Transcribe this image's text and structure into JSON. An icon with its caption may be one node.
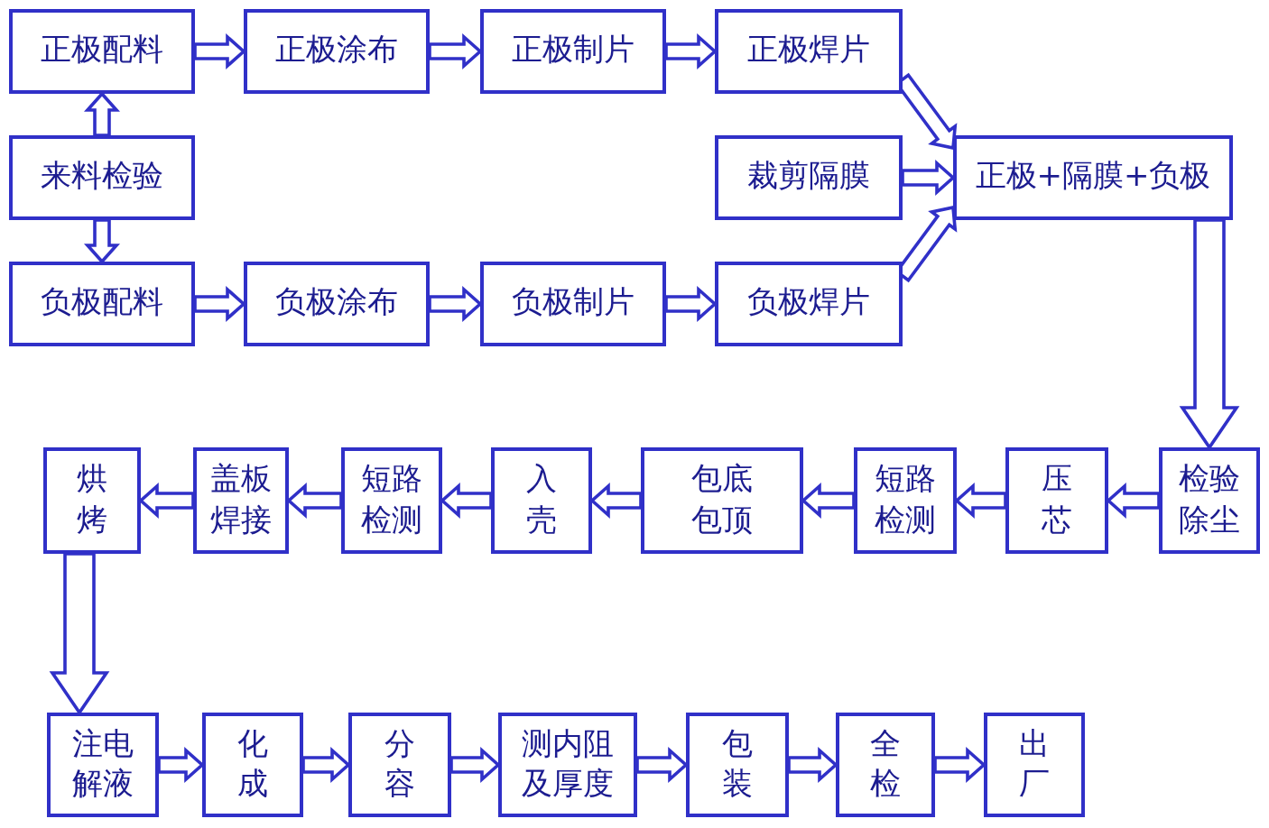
{
  "diagram": {
    "nodes": [
      {
        "text": [
          "正极配料"
        ]
      },
      {
        "text": [
          "正极涂布"
        ]
      },
      {
        "text": [
          "正极制片"
        ]
      },
      {
        "text": [
          "正极焊片"
        ]
      },
      {
        "text": [
          "来料检验"
        ]
      },
      {
        "text": [
          "裁剪隔膜"
        ]
      },
      {
        "text": [
          "正极+隔膜+负极"
        ]
      },
      {
        "text": [
          "负极配料"
        ]
      },
      {
        "text": [
          "负极涂布"
        ]
      },
      {
        "text": [
          "负极制片"
        ]
      },
      {
        "text": [
          "负极焊片"
        ]
      },
      {
        "text": [
          "烘烤"
        ]
      },
      {
        "text": [
          "盖板焊接"
        ]
      },
      {
        "text": [
          "短路检测"
        ]
      },
      {
        "text": [
          "入壳"
        ]
      },
      {
        "text": [
          "包底包顶"
        ]
      },
      {
        "text": [
          "短路检测"
        ]
      },
      {
        "text": [
          "压芯"
        ]
      },
      {
        "text": [
          "检验除尘"
        ]
      },
      {
        "text": [
          "注电解液"
        ]
      },
      {
        "text": [
          "化成"
        ]
      },
      {
        "text": [
          "分容"
        ]
      },
      {
        "text": [
          "测内阻及厚度"
        ]
      },
      {
        "text": [
          "包装"
        ]
      },
      {
        "text": [
          "全检"
        ]
      },
      {
        "text": [
          "出厂"
        ]
      }
    ],
    "edges": [
      {
        "from": 4,
        "to": 0,
        "arrow": "to"
      },
      {
        "from": 4,
        "to": 7,
        "arrow": "to"
      },
      {
        "from": 0,
        "to": 1,
        "arrow": "to"
      },
      {
        "from": 1,
        "to": 2,
        "arrow": "to"
      },
      {
        "from": 2,
        "to": 3,
        "arrow": "to"
      },
      {
        "from": 7,
        "to": 8,
        "arrow": "to"
      },
      {
        "from": 8,
        "to": 9,
        "arrow": "to"
      },
      {
        "from": 9,
        "to": 10,
        "arrow": "to"
      },
      {
        "from": 3,
        "to": 6,
        "arrow": "to"
      },
      {
        "from": 5,
        "to": 6,
        "arrow": "to"
      },
      {
        "from": 10,
        "to": 6,
        "arrow": "to"
      },
      {
        "from": 6,
        "to": 18,
        "arrow": "to"
      },
      {
        "from": 18,
        "to": 17,
        "arrow": "to"
      },
      {
        "from": 17,
        "to": 16,
        "arrow": "to"
      },
      {
        "from": 16,
        "to": 15,
        "arrow": "to"
      },
      {
        "from": 15,
        "to": 14,
        "arrow": "to"
      },
      {
        "from": 14,
        "to": 13,
        "arrow": "to"
      },
      {
        "from": 13,
        "to": 12,
        "arrow": "to"
      },
      {
        "from": 12,
        "to": 11,
        "arrow": "to"
      },
      {
        "from": 11,
        "to": 19,
        "arrow": "to"
      },
      {
        "from": 19,
        "to": 20,
        "arrow": "to"
      },
      {
        "from": 20,
        "to": 21,
        "arrow": "to"
      },
      {
        "from": 21,
        "to": 22,
        "arrow": "to"
      },
      {
        "from": 22,
        "to": 23,
        "arrow": "to"
      },
      {
        "from": 23,
        "to": 24,
        "arrow": "to"
      },
      {
        "from": 24,
        "to": 25,
        "arrow": "to"
      }
    ]
  }
}
